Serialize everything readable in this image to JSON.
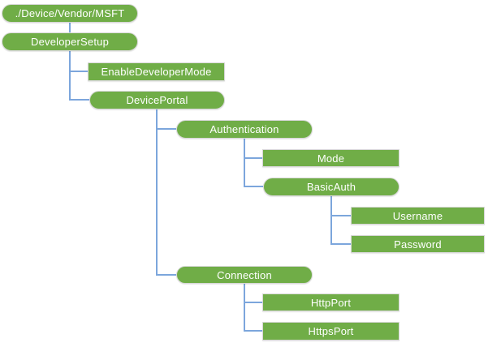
{
  "diagram": {
    "type": "tree",
    "colors": {
      "node_fill": "#70AD47",
      "node_text": "#FFFFFF",
      "node_border": "#D8D8D8",
      "connector": "#7CA6DC",
      "background": "#FFFFFF"
    },
    "nodes": [
      {
        "id": "msft-root",
        "label": "./Device/Vendor/MSFT",
        "shape": "rounded",
        "parent": null
      },
      {
        "id": "developersetup",
        "label": "DeveloperSetup",
        "shape": "rounded",
        "parent": "msft-root"
      },
      {
        "id": "enabledevelopermode",
        "label": "EnableDeveloperMode",
        "shape": "rectangle",
        "parent": "developersetup"
      },
      {
        "id": "deviceportal",
        "label": "DevicePortal",
        "shape": "rounded",
        "parent": "developersetup"
      },
      {
        "id": "authentication",
        "label": "Authentication",
        "shape": "rounded",
        "parent": "deviceportal"
      },
      {
        "id": "mode",
        "label": "Mode",
        "shape": "rectangle",
        "parent": "authentication"
      },
      {
        "id": "basicauth",
        "label": "BasicAuth",
        "shape": "rounded",
        "parent": "authentication"
      },
      {
        "id": "username",
        "label": "Username",
        "shape": "rectangle",
        "parent": "basicauth"
      },
      {
        "id": "password",
        "label": "Password",
        "shape": "rectangle",
        "parent": "basicauth"
      },
      {
        "id": "connection",
        "label": "Connection",
        "shape": "rounded",
        "parent": "deviceportal"
      },
      {
        "id": "httpport",
        "label": "HttpPort",
        "shape": "rectangle",
        "parent": "connection"
      },
      {
        "id": "httpsport",
        "label": "HttpsPort",
        "shape": "rectangle",
        "parent": "connection"
      }
    ]
  }
}
